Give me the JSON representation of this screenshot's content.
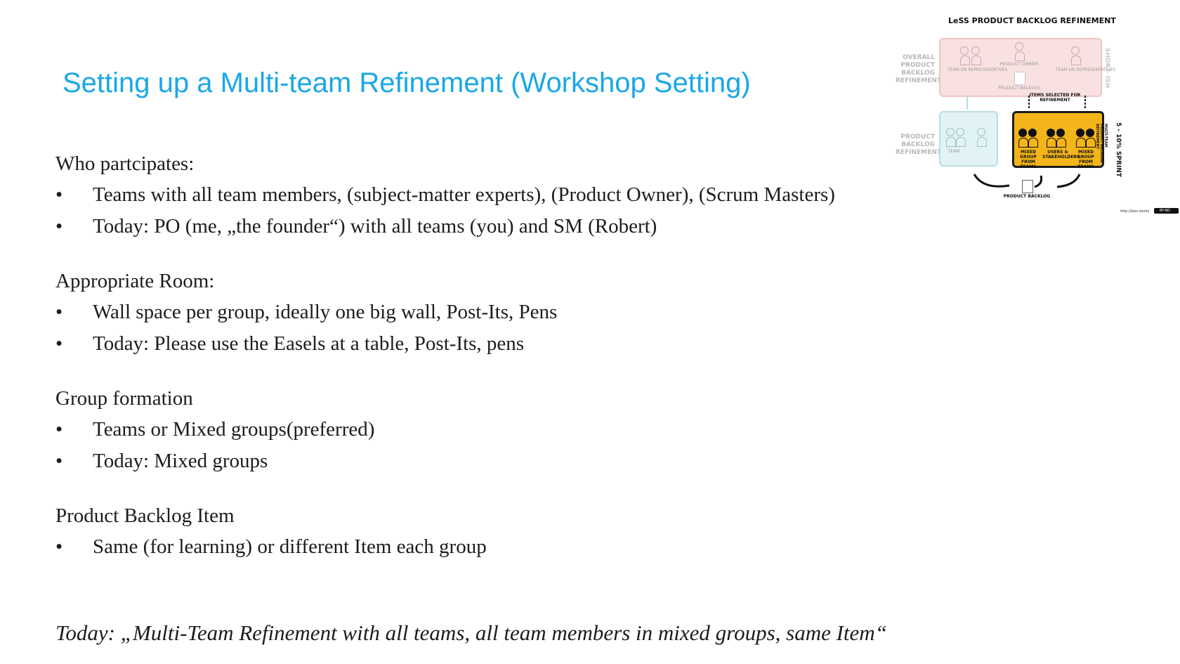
{
  "slide": {
    "title": "Setting up a Multi-team Refinement (Workshop Setting)",
    "bullet_symbol": "•",
    "sections": [
      {
        "heading": "Who partcipates:",
        "bullets": [
          "Teams with all team members, (subject-matter experts), (Product Owner), (Scrum Masters)",
          "Today: PO (me, „the founder“) with all teams (you) and SM (Robert)"
        ]
      },
      {
        "heading": "Appropriate Room:",
        "bullets": [
          "Wall space per group, ideally one big wall, Post-Its, Pens",
          "Today: Please use the Easels at a table, Post-Its, pens"
        ]
      },
      {
        "heading": "Group formation",
        "bullets": [
          "Teams or Mixed groups(preferred)",
          "Today: Mixed groups"
        ]
      },
      {
        "heading": "Product Backlog Item",
        "bullets": [
          "Same (for learning) or different Item each group"
        ]
      }
    ],
    "conclusion": "Today: „Multi-Team Refinement with all teams, all team members in mixed groups, same Item“"
  },
  "diagram": {
    "title": "LeSS PRODUCT BACKLOG REFINEMENT",
    "overall_label": "OVERALL\nPRODUCT\nBACKLOG\nREFINEMENT",
    "pbr_label": "PRODUCT\nBACKLOG\nREFINEMENT",
    "team_reps": "TEAM OR REPRESENTATIVES",
    "product_owner": "PRODUCT OWNER",
    "product_backlog_top": "PRODUCT BACKLOG",
    "items_selected": "ITEMS SELECTED FOR REFINEMENT",
    "team": "TEAM",
    "mixed_group": "MIXED GROUP FROM TEAMS",
    "users_stakeholders": "USERS & STAKEHOLDERS",
    "product_backlog_bottom": "PRODUCT BACKLOG",
    "short_side": "SHORT- ISH",
    "sprint_side": "5 - 10% SPRINT",
    "multi_team_side": "MULTI-TEAM PRODUCT BACKLOG REFINEMENT",
    "url": "http://less.works",
    "license": "BY-ND"
  }
}
